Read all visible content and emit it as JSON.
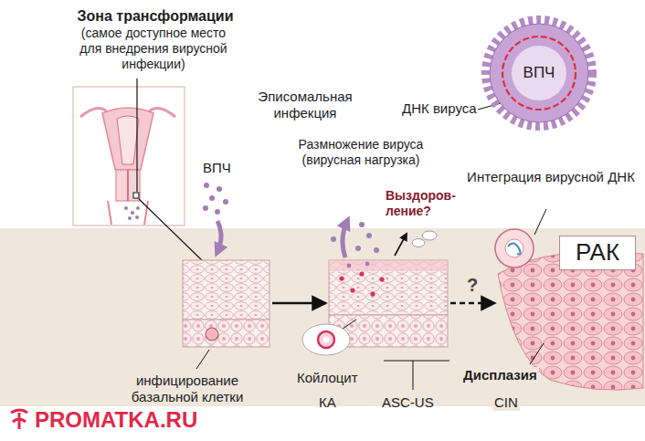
{
  "diagram": {
    "nodes": [
      {
        "text": [
          "инфицирование базальной клетки"
        ]
      },
      {
        "text": [
          "ASC-US"
        ]
      },
      {
        "text": [
          "Дисплазия",
          "CIN"
        ]
      },
      {
        "text": [
          "РАК"
        ]
      },
      {
        "text": [
          "ВПЧ"
        ]
      }
    ],
    "edges": [
      {
        "from": 0,
        "to": 1,
        "arrow": "to"
      },
      {
        "from": 1,
        "to": 2,
        "arrow": "to",
        "label": "?"
      }
    ],
    "labels": [
      "Зона трансформации",
      "(самое доступное место для внедрения вирусной инфекции)",
      "ВПЧ",
      "Эписомальная инфекция",
      "Размножение вируса (вирусная нагрузка)",
      "Выздоров- ление?",
      "ДНК вируса",
      "Интеграция вирусной ДНК",
      "Койлоцит",
      "КА",
      "PROMATKA.RU"
    ]
  }
}
